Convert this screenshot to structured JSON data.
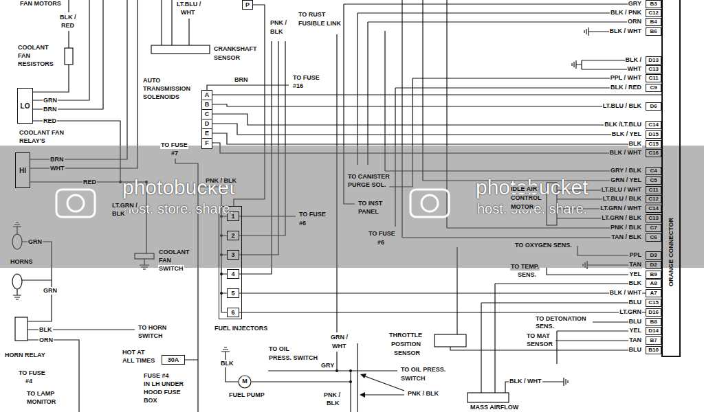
{
  "diagram": {
    "nodes": [
      {
        "text": [
          "LO"
        ]
      },
      {
        "text": [
          "HI"
        ]
      },
      {
        "text": [
          "P"
        ]
      },
      {
        "text": [
          "A",
          "B",
          "C",
          "D",
          "E",
          "F"
        ]
      },
      {
        "text": [
          "FUEL INJECTORS"
        ]
      },
      {
        "text": [
          "1"
        ],
        "in": 4
      },
      {
        "text": [
          "2"
        ],
        "in": 4
      },
      {
        "text": [
          "3"
        ],
        "in": 4
      },
      {
        "text": [
          "4"
        ],
        "in": 4
      },
      {
        "text": [
          "5"
        ],
        "in": 4
      },
      {
        "text": [
          "6"
        ],
        "in": 4
      },
      {
        "text": [
          "30A"
        ]
      },
      {
        "text": [
          "M",
          "FUEL PUMP"
        ]
      },
      {
        "text": [
          "ORANGE CONNECTOR"
        ]
      }
    ],
    "edges": [
      {
        "from": 3,
        "to": 13,
        "arrow": "none"
      },
      {
        "from": 9,
        "to": 13,
        "arrow": "none"
      },
      {
        "from": 10,
        "to": 13,
        "arrow": "none"
      }
    ],
    "labels": [
      "FAN MOTORS",
      "BLK /",
      "RED",
      "COOLANT",
      "FAN",
      "RESISTORS",
      "GRN",
      "BRN",
      "RED",
      "COOLANT FAN",
      "RELAY'S",
      "BRN",
      "WHT",
      "RED",
      "GRN",
      "HORNS",
      "GRN",
      "BLK",
      "ORN",
      "HORN RELAY",
      "TO FUSE",
      "#4",
      "TO LAMP",
      "MONITOR",
      "TO HORN",
      "SWITCH",
      "HOT AT",
      "ALL TIMES",
      "FUSE #4",
      "IN LH UNDER",
      "HOOD FUSE",
      "BOX",
      "LT.BLU /",
      "WHT",
      "CRANKSHAFT",
      "SENSOR",
      "PNK /",
      "BLK",
      "TO RUST",
      "FUSIBLE LINK",
      "AUTO",
      "TRANSMISSION",
      "SOLENOIDS",
      "BRN",
      "TO FUSE",
      "#16",
      "TO FUSE",
      "#7",
      "PNK / BLK",
      "LT.GRN /",
      "BLK",
      "COOLANT",
      "FAN",
      "SWITCH",
      "TO FUSE",
      "#6",
      "TO CANISTER",
      "PURGE SOL.",
      "TO INST",
      "PANEL",
      "TO FUSE",
      "#6",
      "IDLE AIR",
      "CONTROL",
      "MOTOR",
      "TO OXYGEN SENS.",
      "TO TEMP.",
      "SENS.",
      "THROTTLE",
      "POSITION",
      "SENSOR",
      "TO DETONATION",
      "SENS.",
      "TO MAT",
      "SENSOR",
      "BLK / WHT",
      "MASS AIRFLOW",
      "BLK",
      "TO OIL",
      "PRESS. SWITCH",
      "GRY",
      "GRN /",
      "WHT",
      "TO OIL PRESS.",
      "SWITCH",
      "PNK / BLK",
      "PNK /",
      "BLK",
      "photobucket",
      "host. store. share.",
      "photobucket",
      "host. store. share.",
      "GRY",
      "B3",
      "BLK / PNK",
      "C12",
      "ORN",
      "B4",
      "BLK / WHT",
      "B6",
      "BLK /",
      "D13",
      "WHT",
      "C13",
      "PPL / WHT",
      "C11",
      "BLK / RED",
      "C9",
      "LT.BLU / BLK",
      "D6",
      "BLK /LT.BLU",
      "C14",
      "BLK / YEL",
      "D15",
      "BLK",
      "C15",
      "BLK / WHT",
      "C16",
      "GRY / BLK",
      "C4",
      "GRN / YEL",
      "C5",
      "LT.BLU / WHT",
      "C11",
      "LT.BLU / BLK",
      "C12",
      "LT.GRN / WHT",
      "C14",
      "LT.GRN / BLK",
      "C13",
      "PNK / BLK",
      "C7",
      "TAN / BLK",
      "C6",
      "PPL",
      "D3",
      "TAN",
      "D2",
      "YEL",
      "B9",
      "BLK",
      "A8",
      "BLK / WHT",
      "A7",
      "BLU",
      "C15",
      "LT.GRN",
      "D16",
      "BLU",
      "B8",
      "YEL",
      "D14",
      "TAN",
      "B7",
      "BLU",
      "B10"
    ]
  }
}
